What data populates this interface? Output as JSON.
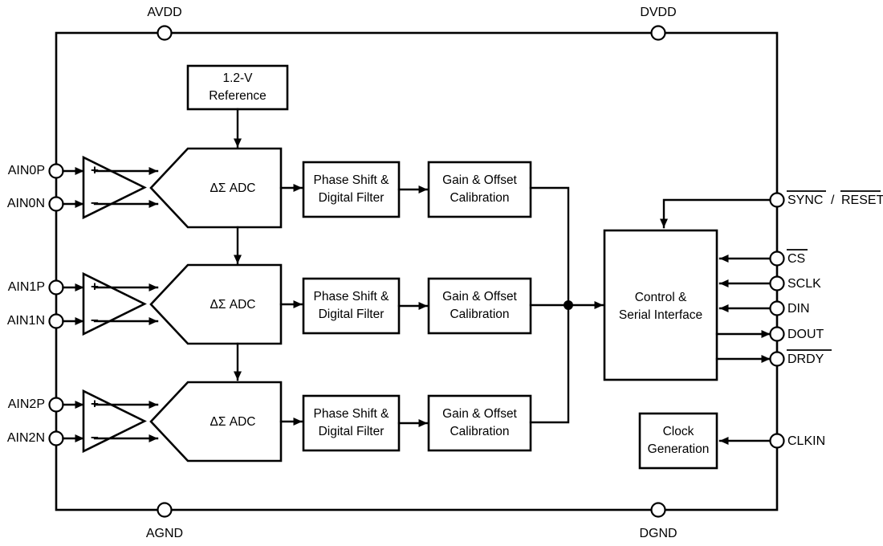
{
  "diagram": {
    "title": "Three-channel delta-sigma ADC functional block diagram",
    "supply_pins": {
      "avdd": "AVDD",
      "dvdd": "DVDD",
      "agnd": "AGND",
      "dgnd": "DGND"
    },
    "analog_inputs": [
      {
        "p": "AIN0P",
        "n": "AIN0N"
      },
      {
        "p": "AIN1P",
        "n": "AIN1N"
      },
      {
        "p": "AIN2P",
        "n": "AIN2N"
      }
    ],
    "amplifier_symbols": {
      "plus": "+",
      "minus": "−"
    },
    "blocks": {
      "reference": {
        "line1": "1.2-V",
        "line2": "Reference"
      },
      "adc": "ΔΣ ADC",
      "filter": {
        "line1": "Phase Shift &",
        "line2": "Digital Filter"
      },
      "calibration": {
        "line1": "Gain & Offset",
        "line2": "Calibration"
      },
      "control": {
        "line1": "Control &",
        "line2": "Serial Interface"
      },
      "clock": {
        "line1": "Clock",
        "line2": "Generation"
      }
    },
    "digital_pins": [
      {
        "label": "SYNC / RESET",
        "direction": "in"
      },
      {
        "label": "CS",
        "direction": "in"
      },
      {
        "label": "SCLK",
        "direction": "in"
      },
      {
        "label": "DIN",
        "direction": "in"
      },
      {
        "label": "DOUT",
        "direction": "out"
      },
      {
        "label": "DRDY",
        "direction": "out"
      },
      {
        "label": "CLKIN",
        "direction": "in"
      }
    ],
    "sync_reset_parts": {
      "sync": "SYNC",
      "separator": "/",
      "reset": "RESET"
    },
    "colors": {
      "line": "#000000",
      "fill": "#ffffff",
      "text": "#000000"
    }
  }
}
